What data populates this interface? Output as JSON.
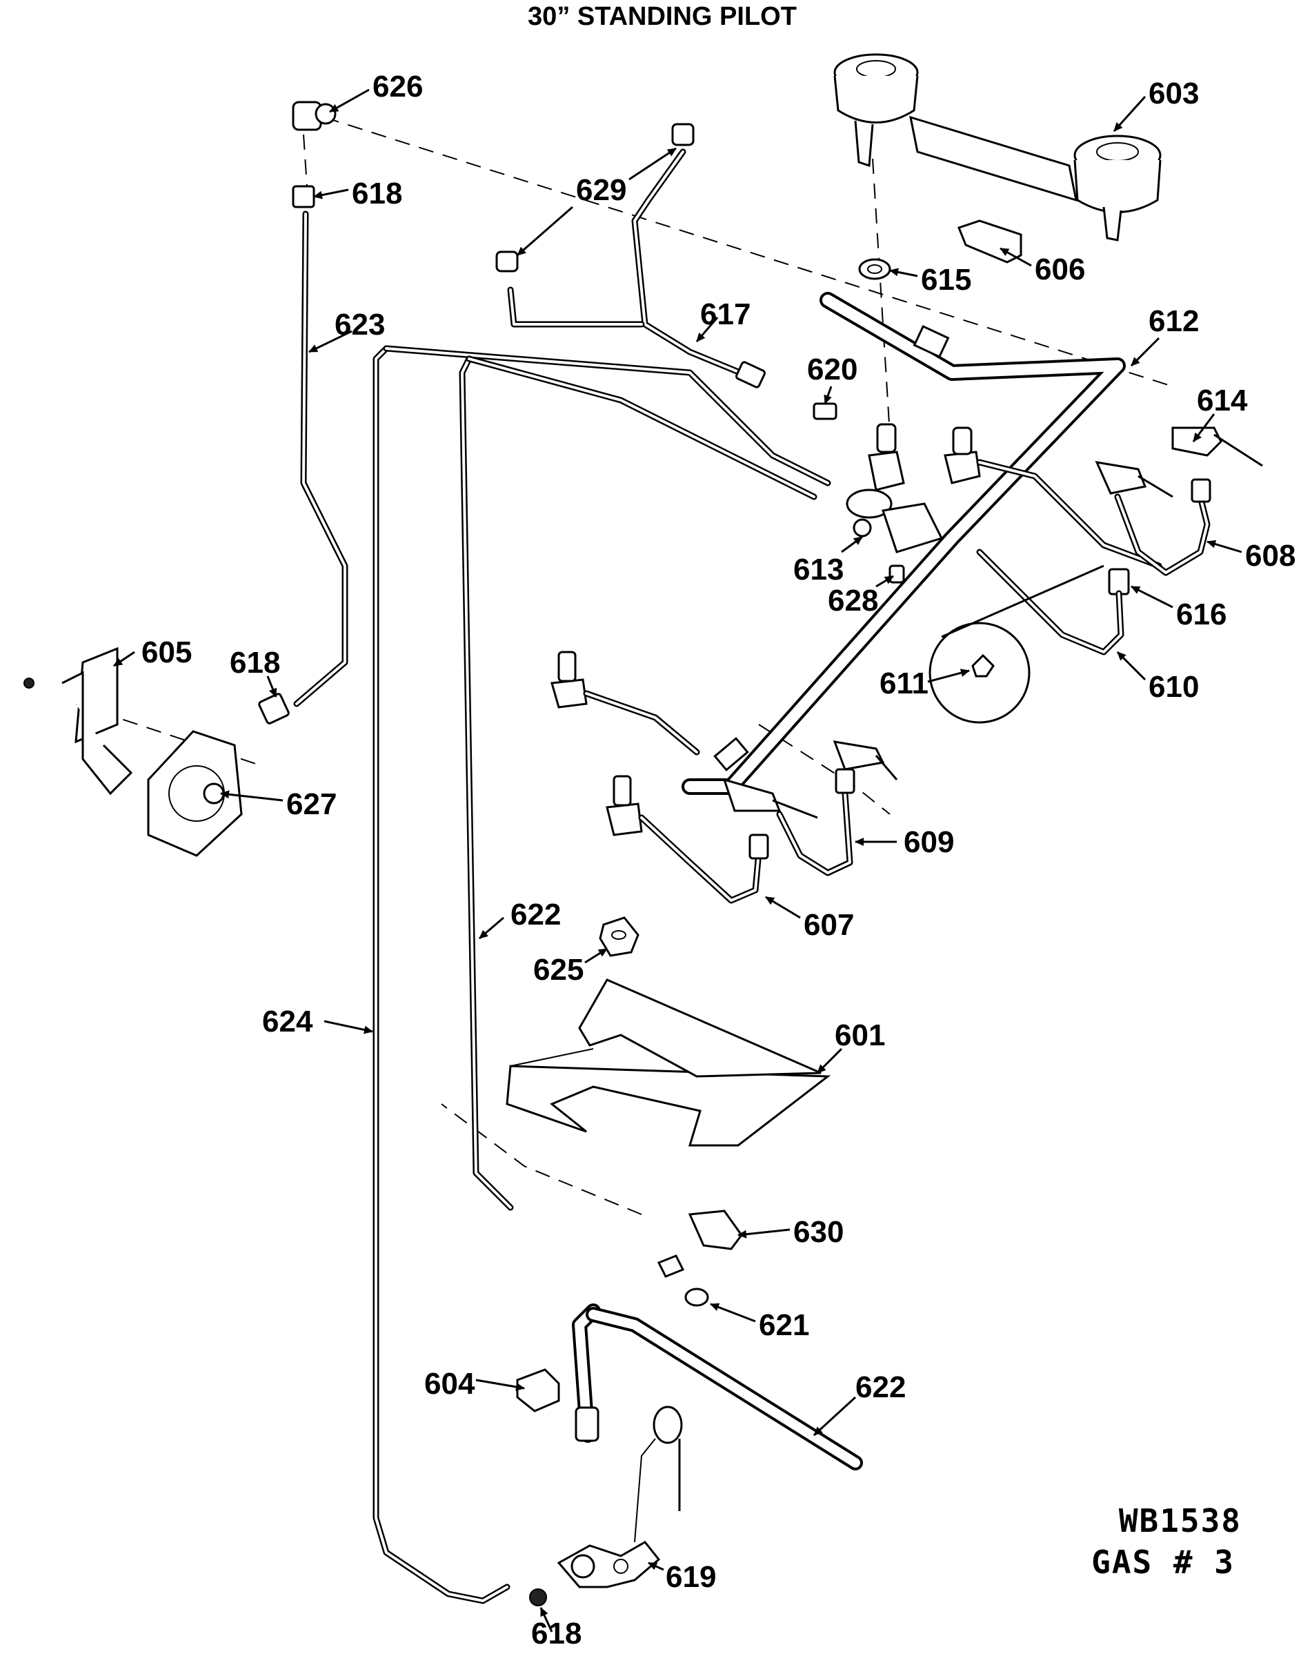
{
  "diagram": {
    "title": "30” STANDING PILOT",
    "drawing_code": "WB1538",
    "drawing_subcode": "GAS # 3"
  },
  "callouts": {
    "c601": "601",
    "c603": "603",
    "c604": "604",
    "c605": "605",
    "c606": "606",
    "c607": "607",
    "c608": "608",
    "c609": "609",
    "c610": "610",
    "c611": "611",
    "c612": "612",
    "c613": "613",
    "c614": "614",
    "c615": "615",
    "c616": "616",
    "c617": "617",
    "c618a": "618",
    "c618b": "618",
    "c618c": "618",
    "c619": "619",
    "c620": "620",
    "c621": "621",
    "c622a": "622",
    "c622b": "622",
    "c623": "623",
    "c624": "624",
    "c625": "625",
    "c626": "626",
    "c627": "627",
    "c628": "628",
    "c629": "629",
    "c630": "630"
  }
}
